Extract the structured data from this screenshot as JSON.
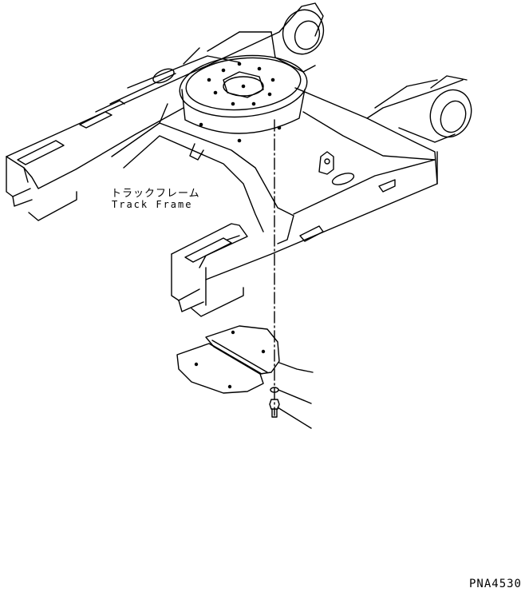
{
  "labels": {
    "track_frame_jp": "トラックフレーム",
    "track_frame_en": "Track Frame"
  },
  "drawing_number": "PNA4530",
  "colors": {
    "line": "#000000",
    "background": "#ffffff"
  }
}
